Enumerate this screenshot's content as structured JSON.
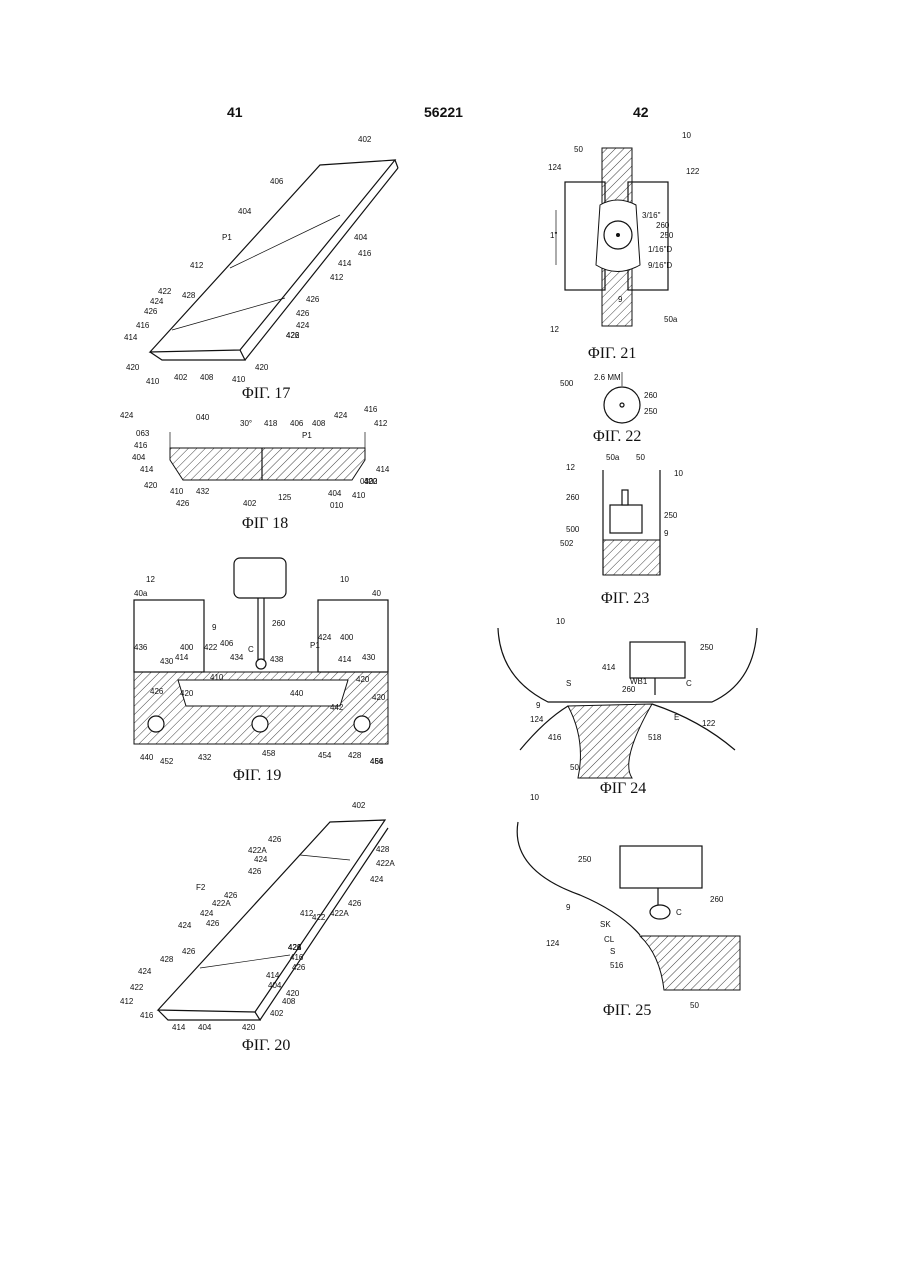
{
  "header": {
    "left_page": "41",
    "patent_number": "56221",
    "right_page": "42"
  },
  "figures": {
    "fig17": {
      "caption": "ΦΙΓ. 17",
      "labels": [
        "402",
        "406",
        "404",
        "P1",
        "404",
        "416",
        "414",
        "412",
        "412",
        "428",
        "426",
        "422",
        "424",
        "426",
        "416",
        "414",
        "420",
        "410",
        "402",
        "408",
        "410",
        "420",
        "426",
        "424",
        "422",
        "426"
      ]
    },
    "fig18": {
      "caption": "ΦΙΓ 18",
      "labels": [
        "424",
        "040",
        "063",
        "416",
        "404",
        "414",
        "420",
        "410",
        "426",
        "432",
        "30°",
        "418",
        "406",
        "P1",
        "402",
        "125",
        "408",
        "424",
        "416",
        "412",
        "414",
        "030",
        "404",
        "010",
        "410",
        "422",
        "420"
      ]
    },
    "fig19": {
      "caption": "ΦΙΓ. 19",
      "labels": [
        "12",
        "10",
        "40a",
        "40",
        "9",
        "260",
        "436",
        "430",
        "400",
        "414",
        "422",
        "406",
        "C",
        "434",
        "438",
        "P1",
        "424",
        "400",
        "414",
        "430",
        "426",
        "420",
        "410",
        "440",
        "420",
        "420",
        "442",
        "440",
        "452",
        "432",
        "458",
        "454",
        "428",
        "456",
        "464"
      ]
    },
    "fig20": {
      "caption": "ΦΙΓ. 20",
      "labels": [
        "402",
        "426",
        "428",
        "422A",
        "424",
        "422A",
        "426",
        "424",
        "F2",
        "426",
        "422A",
        "424",
        "426",
        "426",
        "422A",
        "412",
        "424",
        "422",
        "426",
        "428",
        "424",
        "422",
        "412",
        "416",
        "414",
        "404",
        "420",
        "402",
        "408",
        "420",
        "404",
        "414",
        "426",
        "416",
        "426",
        "424",
        "422"
      ]
    },
    "fig21": {
      "caption": "ΦΙΓ. 21",
      "labels": [
        "10",
        "50",
        "124",
        "122",
        "3/16\"",
        "260",
        "250",
        "1\"",
        "1/16\"D",
        "9/16\"D",
        "9",
        "12",
        "50a"
      ]
    },
    "fig22": {
      "caption": "ΦΙΓ. 22",
      "labels": [
        "500",
        "2.6 MM",
        "260",
        "250"
      ]
    },
    "fig23": {
      "caption": "ΦΙΓ. 23",
      "labels": [
        "12",
        "50a",
        "50",
        "10",
        "260",
        "250",
        "500",
        "9",
        "502"
      ]
    },
    "fig24": {
      "caption": "ΦΙΓ 24",
      "labels": [
        "10",
        "250",
        "414",
        "WB1",
        "S",
        "260",
        "C",
        "9",
        "E",
        "124",
        "122",
        "416",
        "518",
        "50"
      ]
    },
    "fig25": {
      "caption": "ΦΙΓ. 25",
      "labels": [
        "10",
        "250",
        "260",
        "C",
        "9",
        "SK",
        "CL",
        "S",
        "124",
        "516",
        "50"
      ]
    }
  }
}
